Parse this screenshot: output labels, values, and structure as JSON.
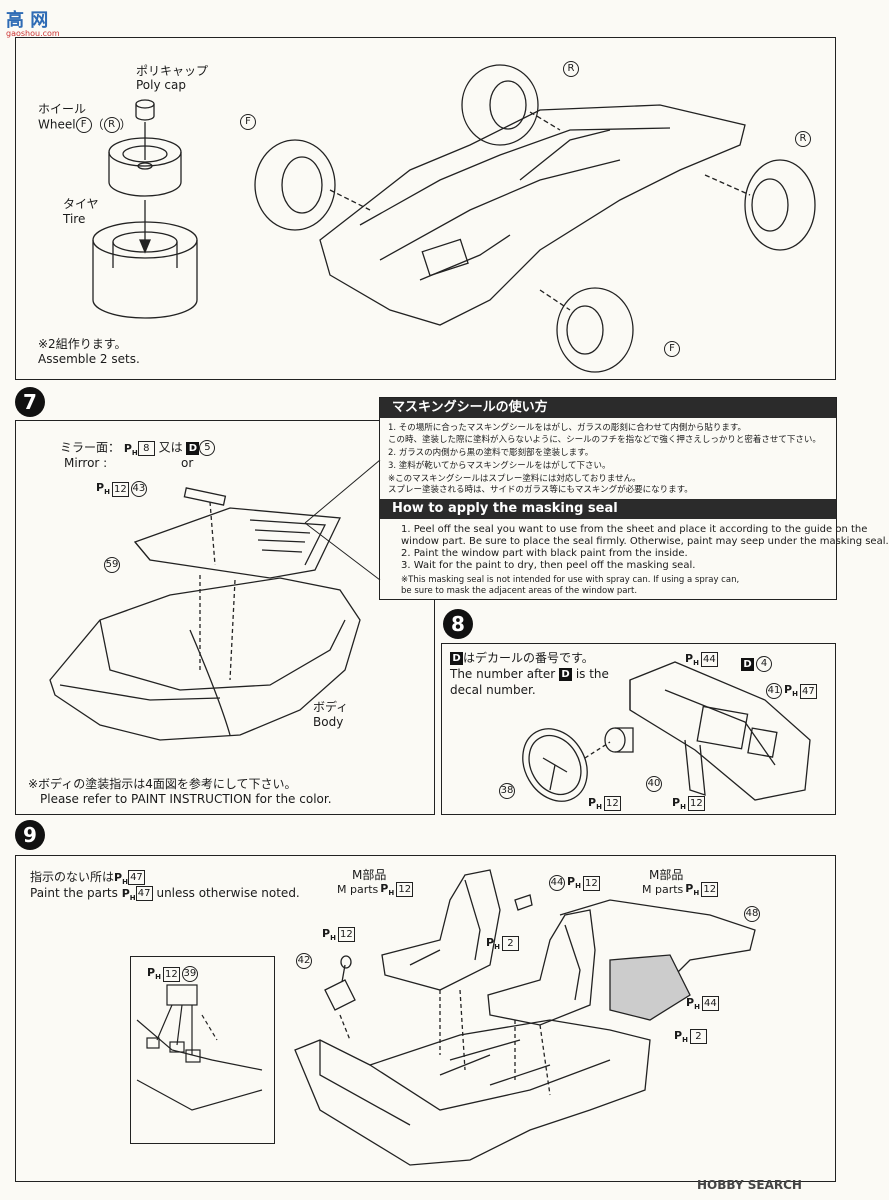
{
  "watermark_top": {
    "brand": "高 网",
    "sub": "gaoshou.com"
  },
  "watermark_bottom": {
    "brand": "HOBBY SEARCH"
  },
  "step6": {
    "polycap_jp": "ポリキャップ",
    "polycap_en": "Poly cap",
    "wheel_jp": "ホイール",
    "wheel_en": "Wheel",
    "wheel_f": "F",
    "wheel_r": "R",
    "tire_jp": "タイヤ",
    "tire_en": "Tire",
    "note_jp": "※2組作ります。",
    "note_en": "Assemble 2 sets.",
    "label_f": "F",
    "label_r": "R"
  },
  "step7": {
    "number": "7",
    "mirror_jp": "ミラー面：",
    "mirror_en": "Mirror :",
    "mirror_ph": "8",
    "mirror_or_jp": "又は",
    "mirror_or_en": "or",
    "mirror_d_letter": "D",
    "mirror_d_num": "5",
    "part_ph12": "12",
    "part_43": "43",
    "part_59": "59",
    "body_jp": "ボディ",
    "body_en": "Body",
    "paint_note_jp": "※ボディの塗装指示は4面図を参考にして下さい。",
    "paint_note_en": "Please refer to PAINT INSTRUCTION for the color."
  },
  "masking": {
    "title_jp": "マスキングシールの使い方",
    "lines_jp": [
      "1.  その場所に合ったマスキングシールをはがし、ガラスの彫刻に合わせて内側から貼ります。",
      "     この時、塗装した際に塗料が入らないように、シールのフチを指などで強く押さえしっかりと密着させて下さい。",
      "2.  ガラスの内側から黒の塗料で彫刻部を塗装します。",
      "3.  塗料が乾いてからマスキングシールをはがして下さい。",
      "※このマスキングシールはスプレー塗料には対応しておりません。",
      "   スプレー塗装される時は、サイドのガラス等にもマスキングが必要になります。"
    ],
    "title_en": "How to apply the masking seal",
    "lines_en": [
      "1.  Peel off the seal you want to use from the sheet and place it according to the guide on the",
      "     window part. Be sure to place the seal firmly. Otherwise, paint may seep under the masking seal.",
      "2.  Paint the window part with black paint from the inside.",
      "3.  Wait for the paint to dry, then peel off the masking seal."
    ],
    "note_en": [
      "※This masking seal is not intended for use with spray can. If using a spray can,",
      "   be sure to mask the adjacent areas of the window part."
    ]
  },
  "step8": {
    "number": "8",
    "decal_letter": "D",
    "decal_jp": "はデカールの番号です。",
    "decal_en1": "The number after",
    "decal_en2": "is the",
    "decal_en3": "decal number.",
    "ph44": "44",
    "d4": "4",
    "p41": "41",
    "ph47": "47",
    "p40": "40",
    "p38": "38",
    "ph12a": "12",
    "ph12b": "12"
  },
  "step9": {
    "number": "9",
    "note_jp_pre": "指示のない所は",
    "note_ph": "47",
    "note_en_pre": "Paint the parts",
    "note_en_post": "unless otherwise noted.",
    "mparts_jp": "M部品",
    "mparts_en": "M parts",
    "mparts_ph": "12",
    "p44": "44",
    "ph12": "12",
    "p48": "48",
    "ph2": "2",
    "p42": "42",
    "p39": "39",
    "ph44": "44"
  },
  "ph_prefix": "P",
  "ph_sub": "H"
}
